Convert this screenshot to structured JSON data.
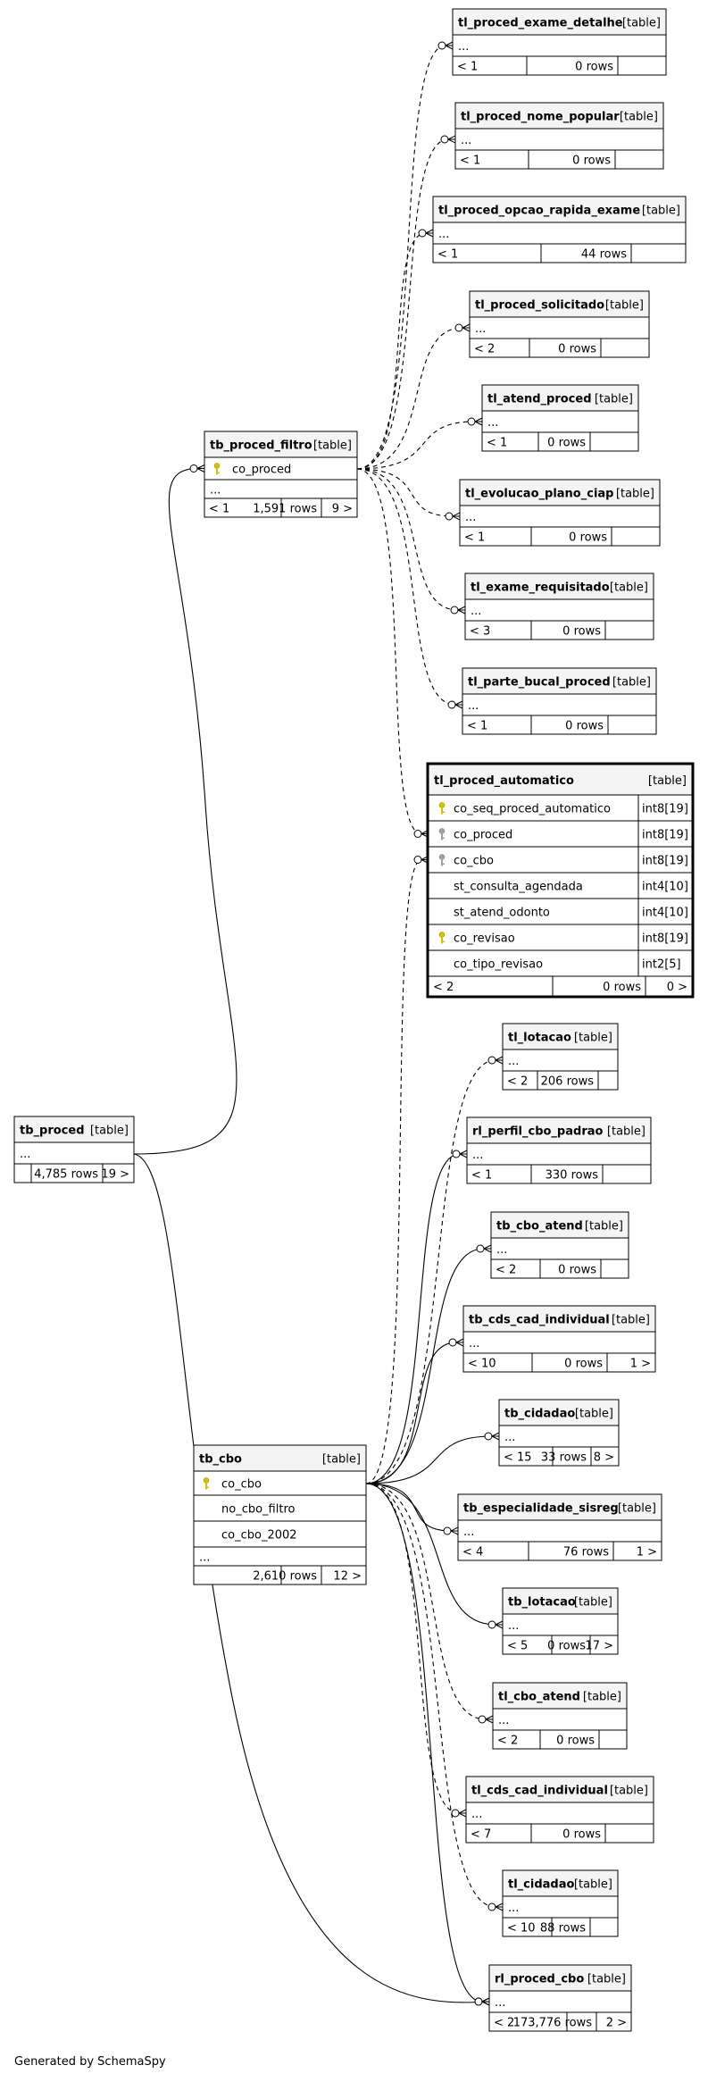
{
  "footer": "Generated by SchemaSpy",
  "table_tag": "[table]",
  "tables": [
    {
      "id": "tl_proced_exame_detalhe",
      "name": "tl_proced_exame_detalhe",
      "rows": [
        {
          "text": "..."
        }
      ],
      "stats": {
        "parents": "< 1",
        "rows": "0 rows",
        "children": ""
      }
    },
    {
      "id": "tl_proced_nome_popular",
      "name": "tl_proced_nome_popular",
      "rows": [
        {
          "text": "..."
        }
      ],
      "stats": {
        "parents": "< 1",
        "rows": "0 rows",
        "children": ""
      }
    },
    {
      "id": "tl_proced_opcao_rapida_exame",
      "name": "tl_proced_opcao_rapida_exame",
      "rows": [
        {
          "text": "..."
        }
      ],
      "stats": {
        "parents": "< 1",
        "rows": "44 rows",
        "children": ""
      }
    },
    {
      "id": "tl_proced_solicitado",
      "name": "tl_proced_solicitado",
      "rows": [
        {
          "text": "..."
        }
      ],
      "stats": {
        "parents": "< 2",
        "rows": "0 rows",
        "children": ""
      }
    },
    {
      "id": "tl_atend_proced",
      "name": "tl_atend_proced",
      "rows": [
        {
          "text": "..."
        }
      ],
      "stats": {
        "parents": "< 1",
        "rows": "0 rows",
        "children": ""
      }
    },
    {
      "id": "tl_evolucao_plano_ciap",
      "name": "tl_evolucao_plano_ciap",
      "rows": [
        {
          "text": "..."
        }
      ],
      "stats": {
        "parents": "< 1",
        "rows": "0 rows",
        "children": ""
      }
    },
    {
      "id": "tl_exame_requisitado",
      "name": "tl_exame_requisitado",
      "rows": [
        {
          "text": "..."
        }
      ],
      "stats": {
        "parents": "< 3",
        "rows": "0 rows",
        "children": ""
      }
    },
    {
      "id": "tl_parte_bucal_proced",
      "name": "tl_parte_bucal_proced",
      "rows": [
        {
          "text": "..."
        }
      ],
      "stats": {
        "parents": "< 1",
        "rows": "0 rows",
        "children": ""
      }
    },
    {
      "id": "tb_proced_filtro",
      "name": "tb_proced_filtro",
      "rows": [
        {
          "text": "co_proced",
          "key": "pk"
        },
        {
          "text": "..."
        }
      ],
      "stats": {
        "parents": "< 1",
        "rows": "1,591 rows",
        "children": "9 >"
      }
    },
    {
      "id": "tl_proced_automatico",
      "name": "tl_proced_automatico",
      "focus": true,
      "rows": [
        {
          "text": "co_seq_proced_automatico",
          "type": "int8[19]",
          "key": "pk"
        },
        {
          "text": "co_proced",
          "type": "int8[19]",
          "key": "fk"
        },
        {
          "text": "co_cbo",
          "type": "int8[19]",
          "key": "fk"
        },
        {
          "text": "st_consulta_agendada",
          "type": "int4[10]"
        },
        {
          "text": "st_atend_odonto",
          "type": "int4[10]"
        },
        {
          "text": "co_revisao",
          "type": "int8[19]",
          "key": "pk"
        },
        {
          "text": "co_tipo_revisao",
          "type": "int2[5]"
        }
      ],
      "stats": {
        "parents": "< 2",
        "rows": "0 rows",
        "children": "0 >"
      }
    },
    {
      "id": "tl_lotacao",
      "name": "tl_lotacao",
      "rows": [
        {
          "text": "..."
        }
      ],
      "stats": {
        "parents": "< 2",
        "rows": "206 rows",
        "children": ""
      }
    },
    {
      "id": "rl_perfil_cbo_padrao",
      "name": "rl_perfil_cbo_padrao",
      "rows": [
        {
          "text": "..."
        }
      ],
      "stats": {
        "parents": "< 1",
        "rows": "330 rows",
        "children": ""
      }
    },
    {
      "id": "tb_cbo_atend",
      "name": "tb_cbo_atend",
      "rows": [
        {
          "text": "..."
        }
      ],
      "stats": {
        "parents": "< 2",
        "rows": "0 rows",
        "children": ""
      }
    },
    {
      "id": "tb_proced",
      "name": "tb_proced",
      "rows": [
        {
          "text": "..."
        }
      ],
      "stats": {
        "parents": "",
        "rows": "4,785 rows",
        "children": "19 >"
      }
    },
    {
      "id": "tb_cds_cad_individual",
      "name": "tb_cds_cad_individual",
      "rows": [
        {
          "text": "..."
        }
      ],
      "stats": {
        "parents": "< 10",
        "rows": "0 rows",
        "children": "1 >"
      }
    },
    {
      "id": "tb_cidadao",
      "name": "tb_cidadao",
      "rows": [
        {
          "text": "..."
        }
      ],
      "stats": {
        "parents": "< 15",
        "rows": "33 rows",
        "children": "8 >"
      }
    },
    {
      "id": "tb_cbo",
      "name": "tb_cbo",
      "rows": [
        {
          "text": "co_cbo",
          "key": "pk"
        },
        {
          "text": "no_cbo_filtro"
        },
        {
          "text": "co_cbo_2002"
        },
        {
          "text": "..."
        }
      ],
      "stats": {
        "parents": "",
        "rows": "2,610 rows",
        "children": "12 >"
      }
    },
    {
      "id": "tb_especialidade_sisreg",
      "name": "tb_especialidade_sisreg",
      "rows": [
        {
          "text": "..."
        }
      ],
      "stats": {
        "parents": "< 4",
        "rows": "76 rows",
        "children": "1 >"
      }
    },
    {
      "id": "tb_lotacao",
      "name": "tb_lotacao",
      "rows": [
        {
          "text": "..."
        }
      ],
      "stats": {
        "parents": "< 5",
        "rows": "0 rows",
        "children": "17 >"
      }
    },
    {
      "id": "tl_cbo_atend",
      "name": "tl_cbo_atend",
      "rows": [
        {
          "text": "..."
        }
      ],
      "stats": {
        "parents": "< 2",
        "rows": "0 rows",
        "children": ""
      }
    },
    {
      "id": "tl_cds_cad_individual",
      "name": "tl_cds_cad_individual",
      "rows": [
        {
          "text": "..."
        }
      ],
      "stats": {
        "parents": "< 7",
        "rows": "0 rows",
        "children": ""
      }
    },
    {
      "id": "tl_cidadao",
      "name": "tl_cidadao",
      "rows": [
        {
          "text": "..."
        }
      ],
      "stats": {
        "parents": "< 10",
        "rows": "88 rows",
        "children": ""
      }
    },
    {
      "id": "rl_proced_cbo",
      "name": "rl_proced_cbo",
      "rows": [
        {
          "text": "..."
        }
      ],
      "stats": {
        "parents": "< 2",
        "rows": "173,776 rows",
        "children": "2 >"
      }
    }
  ],
  "relationships": [
    {
      "from": "tb_proced_filtro",
      "to": "tl_proced_exame_detalhe",
      "style": "dashed"
    },
    {
      "from": "tb_proced_filtro",
      "to": "tl_proced_nome_popular",
      "style": "dashed"
    },
    {
      "from": "tb_proced_filtro",
      "to": "tl_proced_opcao_rapida_exame",
      "style": "dashed"
    },
    {
      "from": "tb_proced_filtro",
      "to": "tl_proced_solicitado",
      "style": "dashed"
    },
    {
      "from": "tb_proced_filtro",
      "to": "tl_atend_proced",
      "style": "dashed"
    },
    {
      "from": "tb_proced_filtro",
      "to": "tl_evolucao_plano_ciap",
      "style": "dashed"
    },
    {
      "from": "tb_proced_filtro",
      "to": "tl_exame_requisitado",
      "style": "dashed"
    },
    {
      "from": "tb_proced_filtro",
      "to": "tl_parte_bucal_proced",
      "style": "dashed"
    },
    {
      "from": "tb_proced_filtro",
      "to": "tl_proced_automatico",
      "style": "dashed"
    },
    {
      "from": "tb_proced",
      "to": "tb_proced_filtro",
      "style": "solid"
    },
    {
      "from": "tb_proced",
      "to": "rl_proced_cbo",
      "style": "solid"
    },
    {
      "from": "tb_cbo",
      "to": "tl_proced_automatico",
      "style": "dashed"
    },
    {
      "from": "tb_cbo",
      "to": "tl_lotacao",
      "style": "dashed"
    },
    {
      "from": "tb_cbo",
      "to": "rl_perfil_cbo_padrao",
      "style": "solid"
    },
    {
      "from": "tb_cbo",
      "to": "tb_cbo_atend",
      "style": "solid"
    },
    {
      "from": "tb_cbo",
      "to": "tb_cds_cad_individual",
      "style": "solid"
    },
    {
      "from": "tb_cbo",
      "to": "tb_cidadao",
      "style": "solid"
    },
    {
      "from": "tb_cbo",
      "to": "tb_especialidade_sisreg",
      "style": "solid"
    },
    {
      "from": "tb_cbo",
      "to": "tb_lotacao",
      "style": "solid"
    },
    {
      "from": "tb_cbo",
      "to": "tl_cbo_atend",
      "style": "dashed"
    },
    {
      "from": "tb_cbo",
      "to": "tl_cds_cad_individual",
      "style": "dashed"
    },
    {
      "from": "tb_cbo",
      "to": "tl_cidadao",
      "style": "dashed"
    },
    {
      "from": "tb_cbo",
      "to": "rl_proced_cbo",
      "style": "solid"
    }
  ]
}
